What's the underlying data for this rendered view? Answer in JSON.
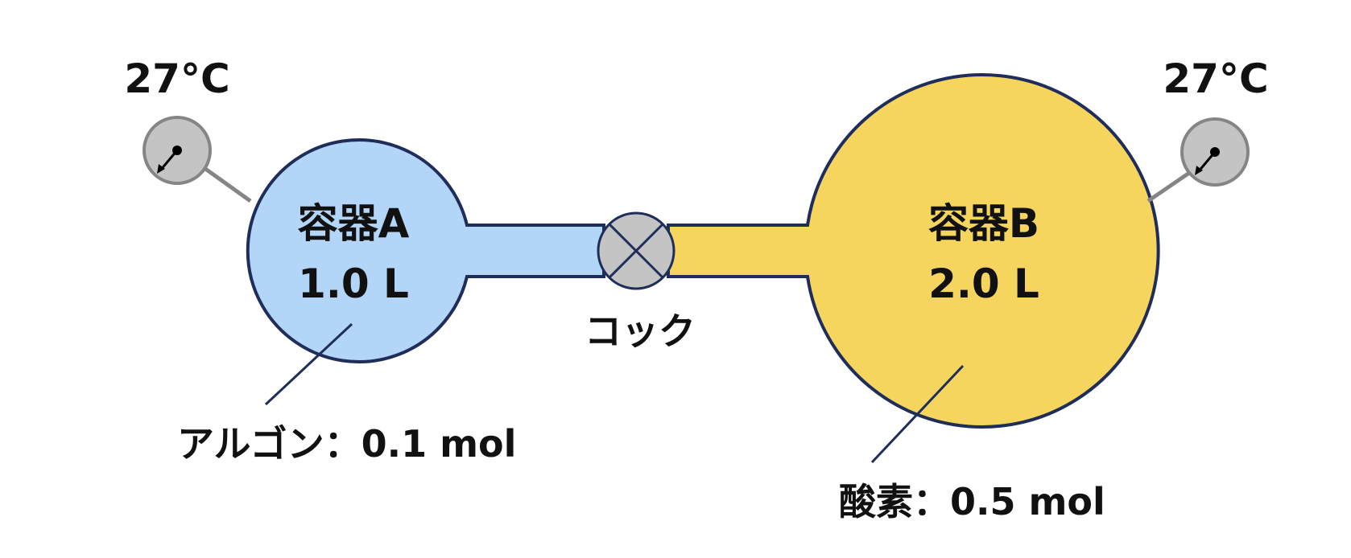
{
  "colors": {
    "outline": "#1f2d5a",
    "vessel_a_fill": "#b3d5f8",
    "vessel_b_fill": "#f6d55e",
    "gauge_fill": "#c4c4c4",
    "gauge_stroke": "#858585",
    "valve_fill": "#c4c4c4"
  },
  "vessel_a": {
    "name": "容器A",
    "volume": "1.0 L",
    "thermometer_temp": "27°C",
    "gas_label": "アルゴン：0.1 mol"
  },
  "vessel_b": {
    "name": "容器B",
    "volume": "2.0 L",
    "thermometer_temp": "27°C",
    "gas_label": "酸素：0.5 mol"
  },
  "valve": {
    "label": "コック"
  }
}
